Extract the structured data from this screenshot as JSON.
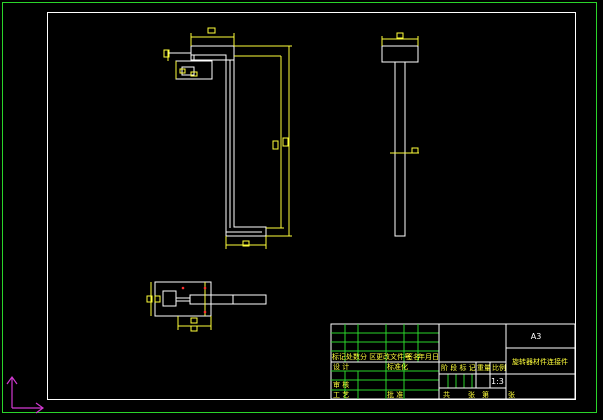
{
  "drawing": {
    "sheet_size": "A3",
    "title": "旋转器材件连接件",
    "scale": "1:3",
    "colors": {
      "background": "#000000",
      "outline": "#ffffff",
      "dimension": "#ffff3a",
      "table_grid": "#2ad42a",
      "axis": "#d23ad2",
      "center_mark": "#ff3030"
    }
  },
  "title_block": {
    "header_row": [
      "标记处数",
      "分 区",
      "更改文件号",
      "签名",
      "年月日"
    ],
    "standardization": "标准化",
    "stage_labels": [
      "阶 段 标 记",
      "重量",
      "比例"
    ],
    "design_label": "设 计",
    "review_label": "审 核",
    "process_label": "工 艺",
    "approve_label": "批 准",
    "sheet_total": "共",
    "sheet_unit": "张",
    "sheet_no": "第",
    "sheet_tail": "张"
  },
  "views": {
    "front": "front-view",
    "side": "side-view",
    "top": "top-view"
  }
}
